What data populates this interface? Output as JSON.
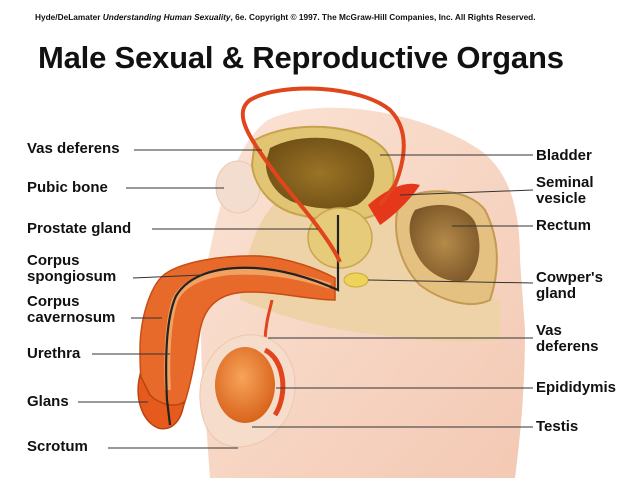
{
  "credit": {
    "authors": "Hyde/DeLamater",
    "book": "Understanding Human Sexuality",
    "edition": ", 6e.",
    "copyright": "Copyright © 1997. The McGraw-Hill Companies, Inc. All Rights Reserved."
  },
  "title": "Male Sexual & Reproductive Organs",
  "labels_left": {
    "vas_deferens": "Vas deferens",
    "pubic_bone": "Pubic bone",
    "prostate_gland": "Prostate gland",
    "corpus_spongiosum_1": "Corpus",
    "corpus_spongiosum_2": "spongiosum",
    "corpus_cavernosum_1": "Corpus",
    "corpus_cavernosum_2": "cavernosum",
    "urethra": "Urethra",
    "glans": "Glans",
    "scrotum": "Scrotum"
  },
  "labels_right": {
    "bladder": "Bladder",
    "seminal_vesicle_1": "Seminal",
    "seminal_vesicle_2": "vesicle",
    "rectum": "Rectum",
    "cowpers_gland_1": "Cowper's",
    "cowpers_gland_2": "gland",
    "vas_deferens_1": "Vas",
    "vas_deferens_2": "deferens",
    "epididymis": "Epididymis",
    "testis": "Testis"
  },
  "colors": {
    "skin": "#f7d6c4",
    "tissue": "#e9c79e",
    "organ_red": "#e0451c",
    "bladder": "#b8923e",
    "gland": "#e8d074"
  }
}
